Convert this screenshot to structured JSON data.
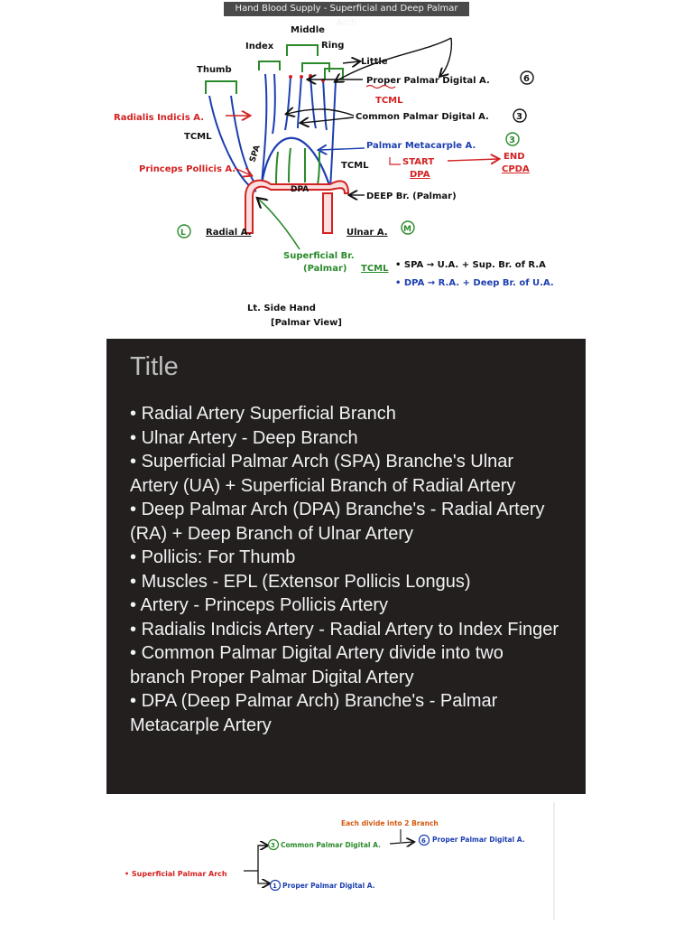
{
  "window": {
    "title": "Hand Blood Supply - Superficial and Deep Palmar Arch"
  },
  "diagram": {
    "fingers": {
      "thumb": "Thumb",
      "index": "Index",
      "middle": "Middle",
      "ring": "Ring",
      "little": "Little"
    },
    "labels": {
      "proper_palmar": "Proper Palmar Digital A.",
      "proper_count": "6",
      "tcml_proper": "TCML",
      "common_palmar": "Common Palmar Digital A.",
      "common_count": "3",
      "radialis_indicis": "Radialis Indicis A.",
      "tcml_radialis": "TCML",
      "palmar_metacarple": "Palmar Metacarple A.",
      "metacarple_count": "3",
      "princeps_pollicis": "Princeps Pollicis A.",
      "tcml_metacarple": "TCML",
      "start": "START",
      "dpa_start": "DPA",
      "end": "END",
      "cpda": "CPDA",
      "spa": "SPA",
      "dpa": "DPA",
      "deep_branch": "DEEP Br. (Palmar)",
      "lateral_marker": "L",
      "radial_a": "Radial A.",
      "ulnar_a": "Ulnar A.",
      "medial_marker": "M",
      "superficial_br_1": "Superficial Br.",
      "superficial_br_2": "(Palmar)",
      "tcml_superficial": "TCML",
      "formula_spa": "• SPA → U.A. + Sup. Br. of R.A",
      "formula_dpa": "• DPA → R.A. + Deep Br. of U.A.",
      "view_1": "Lt. Side Hand",
      "view_2": "[Palmar View]"
    }
  },
  "notes": {
    "title": "Title",
    "items": [
      "Radial Artery Superficial Branch",
      "Ulnar Artery - Deep Branch",
      "Superficial Palmar Arch (SPA) Branche's Ulnar Artery (UA) + Superficial Branch of Radial Artery",
      "Deep Palmar Arch (DPA) Branche's - Radial Artery (RA) + Deep Branch of Ulnar Artery",
      "Pollicis: For Thumb",
      "Muscles - EPL (Extensor Pollicis Longus)",
      "Artery - Princeps Pollicis Artery",
      "Radialis Indicis Artery - Radial Artery to Index Finger",
      "Common Palmar Digital Artery divide into two branch Proper Palmar Digital Artery",
      "DPA (Deep Palmar Arch) Branche's - Palmar Metacarple Artery"
    ]
  },
  "branching": {
    "root": "• Superficial Palmar Arch",
    "note": "Each divide into 2 Branch",
    "common": "Common Palmar Digital A.",
    "common_count": "3",
    "proper_from_common": "Proper Palmar Digital A.",
    "proper_from_common_count": "6",
    "proper_direct": "Proper Palmar Digital A.",
    "proper_direct_count": "1"
  },
  "colors": {
    "black": "#111111",
    "red": "#d32222",
    "blue": "#1d3fb0",
    "green": "#2a8a2a"
  }
}
